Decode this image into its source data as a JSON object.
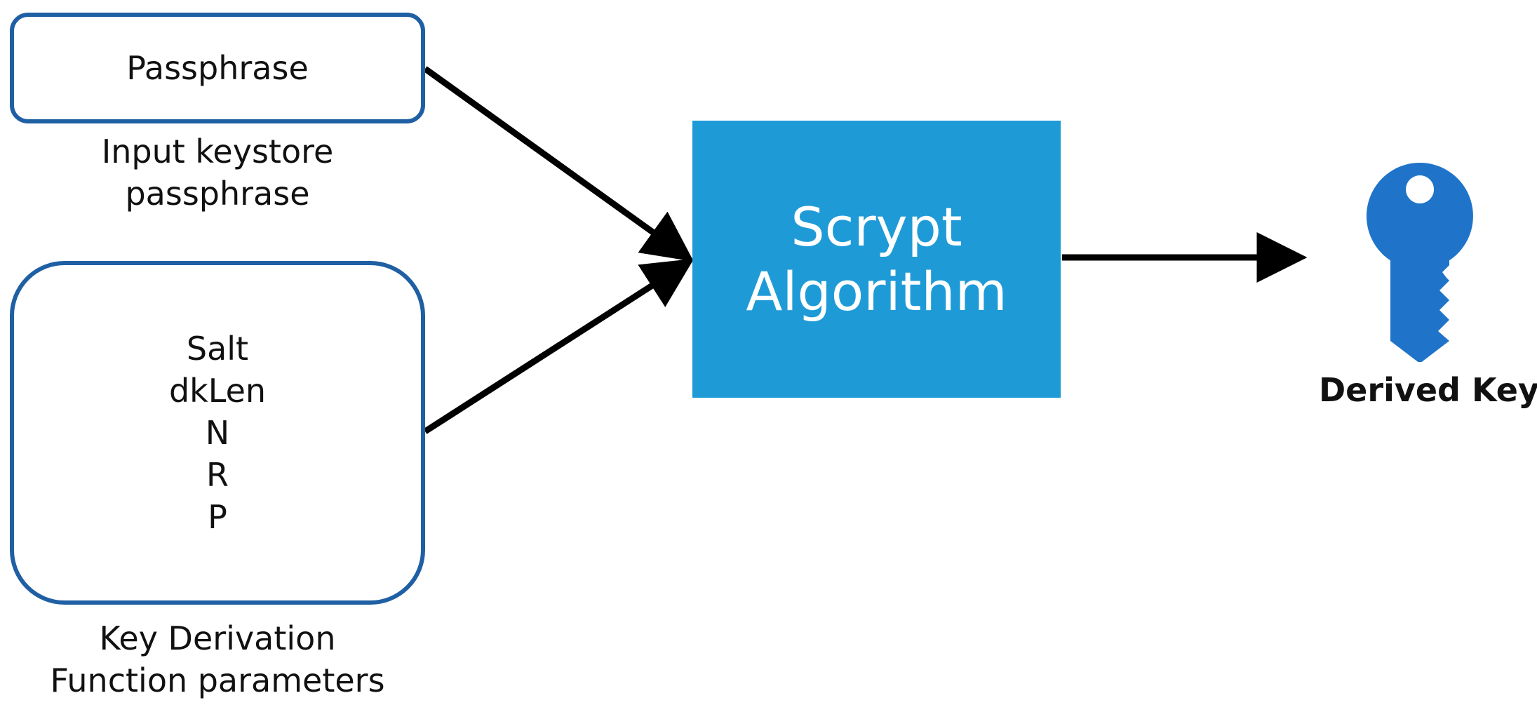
{
  "inputs": {
    "passphrase": {
      "label": "Passphrase",
      "caption_line1": "Input keystore",
      "caption_line2": "passphrase"
    },
    "kdf_params": {
      "items": [
        "Salt",
        "dkLen",
        "N",
        "R",
        "P"
      ],
      "caption_line1": "Key Derivation",
      "caption_line2": "Function parameters"
    }
  },
  "process": {
    "line1": "Scrypt",
    "line2": "Algorithm"
  },
  "output": {
    "label": "Derived Key",
    "icon": "key-icon"
  },
  "colors": {
    "box_border": "#1f5fa3",
    "process_fill": "#1e9bd7",
    "key_fill": "#1f74c9",
    "arrow": "#000000"
  }
}
